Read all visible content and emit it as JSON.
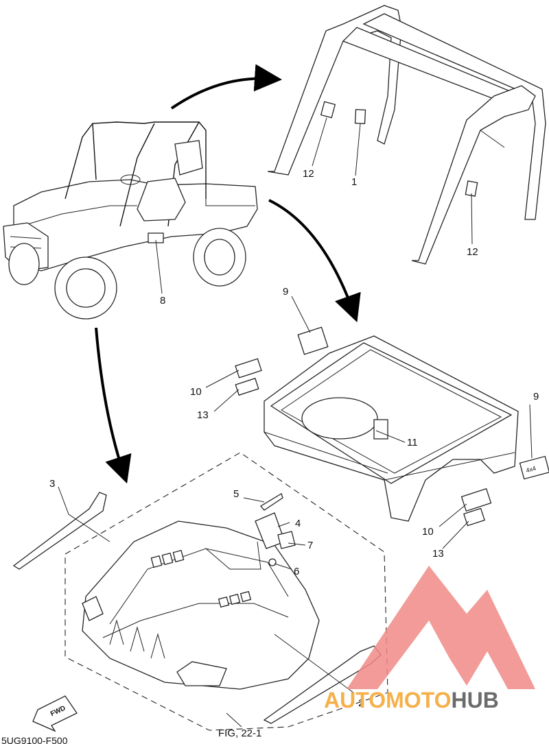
{
  "labels": {
    "p1": "1",
    "p2": "2",
    "p3": "3",
    "p4": "4",
    "p5": "5",
    "p6": "6",
    "p7": "7",
    "p8": "8",
    "p9a": "9",
    "p9b": "9",
    "p10a": "10",
    "p10b": "10",
    "p11": "11",
    "p12a": "12",
    "p12b": "12",
    "p13a": "13",
    "p13b": "13"
  },
  "fig_ref": "FIG, 22-1",
  "fwd": "FWD",
  "diagram_code": "5UG9100-F500",
  "watermark": {
    "text_a": "AUTOMOTO",
    "text_b": "HUB",
    "color_a": "#f5b04a",
    "color_b": "#6b6b6b",
    "logo_color": "#f08a86"
  }
}
